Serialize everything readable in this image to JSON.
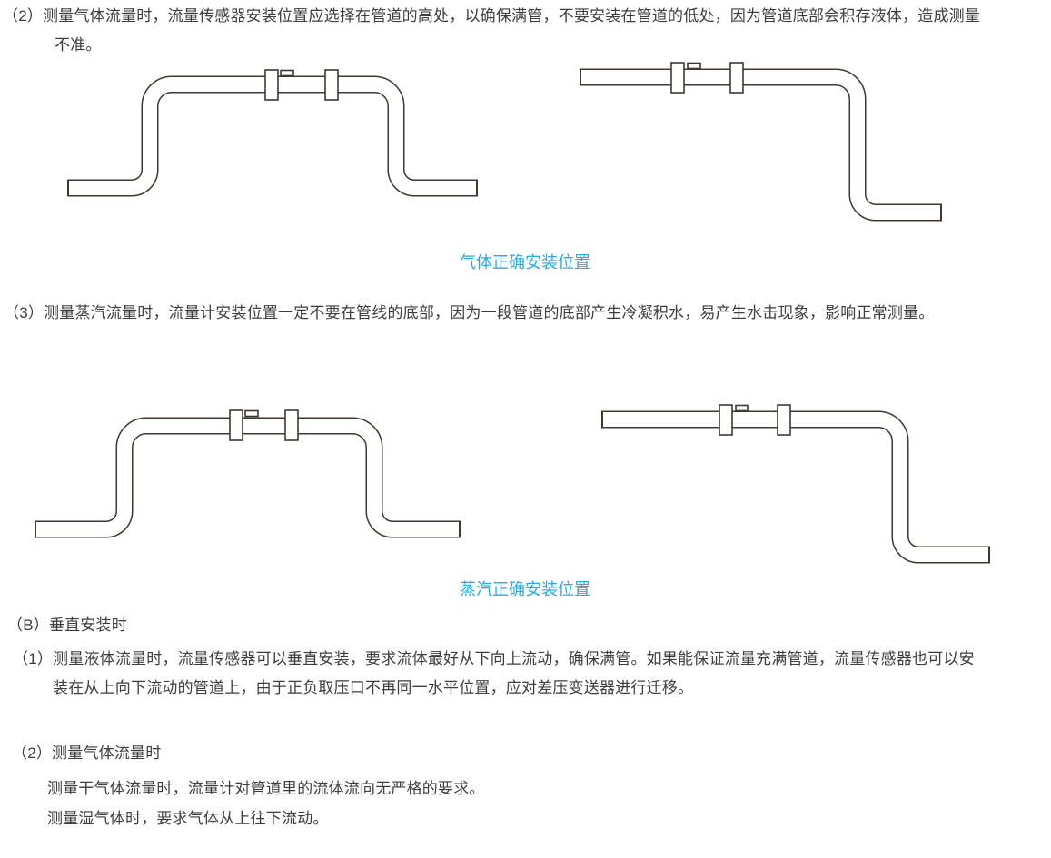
{
  "page": {
    "background_color": "#ffffff",
    "body_text_color": "#3d3d3d",
    "caption_color": "#2ea7e0",
    "pipe_outline_color": "#3f382f"
  },
  "sections": {
    "gas": {
      "para_line1": "（2）测量气体流量时，流量传感器安装位置应选择在管道的高处，以确保满管，不要安装在管道的低处，因为管道底部会积存液体，造成测量",
      "para_line2": "不准。",
      "caption": "气体正确安装位置"
    },
    "steam": {
      "para": "（3）测量蒸汽流量时，流量计安装位置一定不要在管线的底部，因为一段管道的底部产生冷凝积水，易产生水击现象，影响正常测量。",
      "caption": "蒸汽正确安装位置"
    },
    "vertical": {
      "heading": "（B）垂直安装时",
      "item1_line1": "（1）测量液体流量时，流量传感器可以垂直安装，要求流体最好从下向上流动，确保满管。如果能保证流量充满管道，流量传感器也可以安",
      "item1_line2": "装在从上向下流动的管道上，由于正负取压口不再同一水平位置，应对差压变送器进行迁移。",
      "item2_heading": "（2）测量气体流量时",
      "item2_line1": "测量干气体流量时，流量计对管道里的流体流向无严格的要求。",
      "item2_line2": "测量湿气体时，要求气体从上往下流动。"
    },
    "diagrams": [
      {
        "name": "gas-correct-install-left",
        "shape": "raised-arch pipe with flow sensor flanges on top run"
      },
      {
        "name": "gas-correct-install-right",
        "shape": "high horizontal pipe with flow sensor, stepping down to the right"
      },
      {
        "name": "steam-correct-install-left",
        "shape": "raised-arch pipe with flow sensor flanges on top run"
      },
      {
        "name": "steam-correct-install-right",
        "shape": "high horizontal pipe with flow sensor, stepping down to the right"
      }
    ]
  }
}
